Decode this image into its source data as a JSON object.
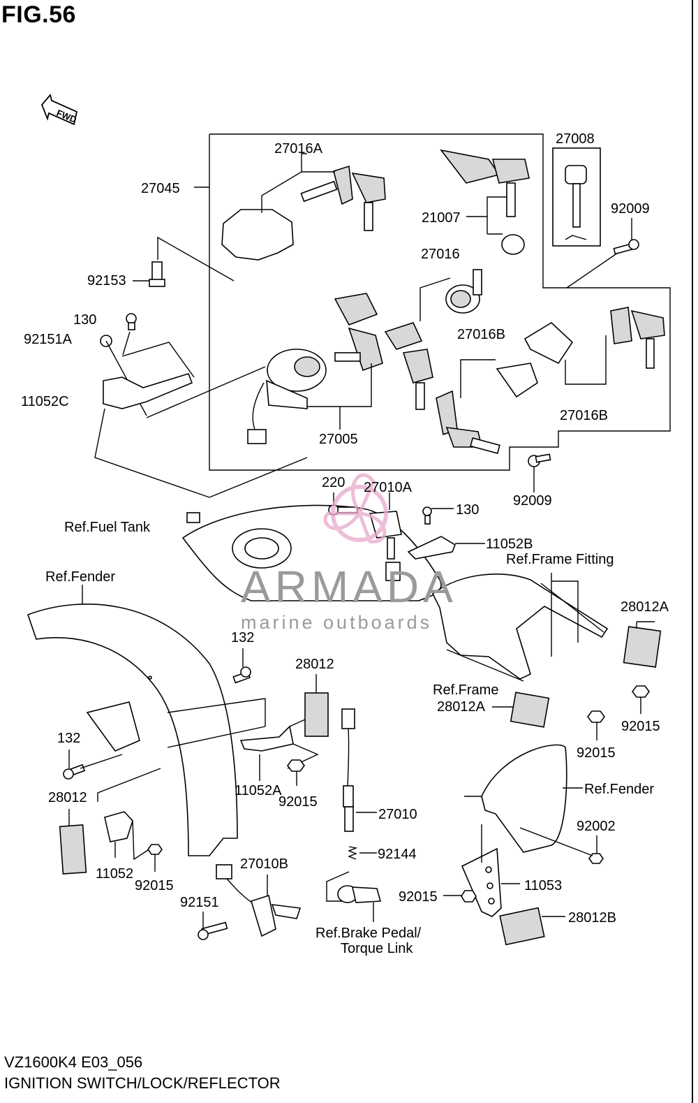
{
  "figure": {
    "title": "FIG.56",
    "model_code": "VZ1600K4 E03_056",
    "caption": "IGNITION SWITCH/LOCK/REFLECTOR"
  },
  "direction_marker": "FWD",
  "watermark": {
    "brand": "ARMADA",
    "tagline": "marine outboards",
    "logo_color": "#e8a9cc"
  },
  "labels": {
    "p27045": "27045",
    "p27016A": "27016A",
    "p27008": "27008",
    "p21007": "21007",
    "p92009_top": "92009",
    "p92153": "92153",
    "p27016": "27016",
    "p130_left": "130",
    "p92151A": "92151A",
    "p27016B_upper": "27016B",
    "p11052C": "11052C",
    "p27016B_lower": "27016B",
    "p27005": "27005",
    "p92009_bottom": "92009",
    "p220": "220",
    "p27010A": "27010A",
    "p130_right": "130",
    "ref_fuel_tank": "Ref.Fuel Tank",
    "p11052B": "11052B",
    "ref_frame_fitting": "Ref.Frame Fitting",
    "ref_fender_front": "Ref.Fender",
    "p28012A_right": "28012A",
    "p132_top": "132",
    "p28012_mid": "28012",
    "ref_frame": "Ref.Frame",
    "p28012A_mid": "28012A",
    "p92015_right": "92015",
    "p132_left": "132",
    "p92015_mid_right": "92015",
    "p11052A": "11052A",
    "p28012_left": "28012",
    "p92015_mid": "92015",
    "ref_fender_rear": "Ref.Fender",
    "p27010": "27010",
    "p92002": "92002",
    "p11052": "11052",
    "p92015_left": "92015",
    "p92144": "92144",
    "p27010B": "27010B",
    "p11053": "11053",
    "p92151": "92151",
    "p92015_rear": "92015",
    "ref_brake_pedal_1": "Ref.Brake Pedal/",
    "ref_brake_pedal_2": "Torque Link",
    "p28012B": "28012B"
  }
}
